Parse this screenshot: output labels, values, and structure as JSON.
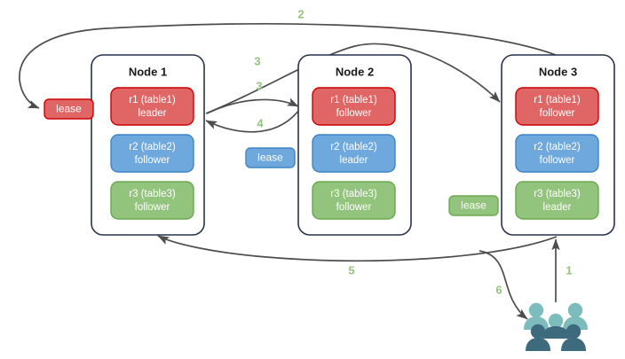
{
  "diagram": {
    "title": "Multi-raft lease routing diagram",
    "background": "#ffffff",
    "colors": {
      "red": "#e06666",
      "red_stroke": "#cc0000",
      "blue": "#6fa8dc",
      "blue_stroke": "#3d85c6",
      "green": "#93c47d",
      "green_stroke": "#6aa84f",
      "node_border": "#27344d",
      "arrow": "#4d4d4d",
      "step_label": "#93c47d",
      "people_light": "#7dbcbd",
      "people_dark": "#3d6b7d"
    },
    "nodes": [
      {
        "name": "node-1",
        "title": "Node 1",
        "replicas": [
          {
            "name": "replica-r1",
            "line1": "r1 (table1)",
            "line2": "leader",
            "color": "red"
          },
          {
            "name": "replica-r2",
            "line1": "r2 (table2)",
            "line2": "follower",
            "color": "blue"
          },
          {
            "name": "replica-r3",
            "line1": "r3 (table3)",
            "line2": "follower",
            "color": "green"
          }
        ]
      },
      {
        "name": "node-2",
        "title": "Node 2",
        "replicas": [
          {
            "name": "replica-r1",
            "line1": "r1 (table1)",
            "line2": "follower",
            "color": "red"
          },
          {
            "name": "replica-r2",
            "line1": "r2 (table2)",
            "line2": "leader",
            "color": "blue"
          },
          {
            "name": "replica-r3",
            "line1": "r3 (table3)",
            "line2": "follower",
            "color": "green"
          }
        ]
      },
      {
        "name": "node-3",
        "title": "Node 3",
        "replicas": [
          {
            "name": "replica-r1",
            "line1": "r1 (table1)",
            "line2": "follower",
            "color": "red"
          },
          {
            "name": "replica-r2",
            "line1": "r2 (table2)",
            "line2": "follower",
            "color": "blue"
          },
          {
            "name": "replica-r3",
            "line1": "r3 (table3)",
            "line2": "leader",
            "color": "green"
          }
        ]
      }
    ],
    "leases": [
      {
        "name": "lease-table1",
        "label": "lease",
        "color": "red"
      },
      {
        "name": "lease-table2",
        "label": "lease",
        "color": "blue"
      },
      {
        "name": "lease-table3",
        "label": "lease",
        "color": "green"
      }
    ],
    "steps": [
      {
        "name": "step-1",
        "label": "1"
      },
      {
        "name": "step-2",
        "label": "2"
      },
      {
        "name": "step-3a",
        "label": "3"
      },
      {
        "name": "step-3b",
        "label": "3"
      },
      {
        "name": "step-4",
        "label": "4"
      },
      {
        "name": "step-5",
        "label": "5"
      },
      {
        "name": "step-6",
        "label": "6"
      }
    ],
    "actor": {
      "name": "client-users-icon",
      "label": "users"
    }
  }
}
